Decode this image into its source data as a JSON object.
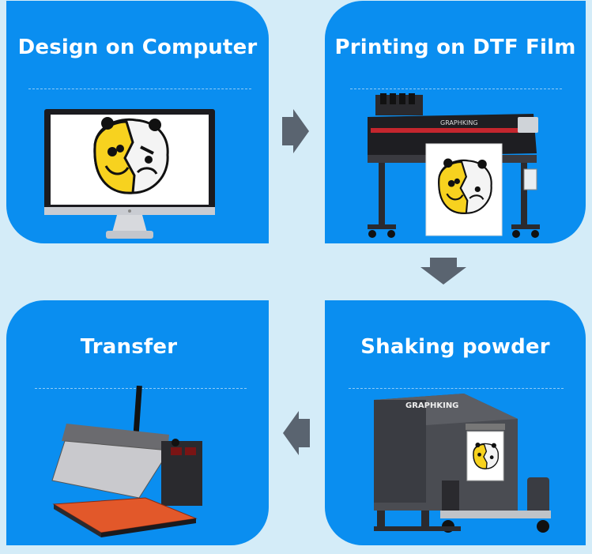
{
  "steps": [
    {
      "title": "Design on Computer",
      "device": "monitor"
    },
    {
      "title": "Printing on DTF Film",
      "device": "dtf-printer"
    },
    {
      "title": "Shaking powder",
      "device": "powder-shaker"
    },
    {
      "title": "Transfer",
      "device": "heat-press"
    }
  ],
  "brand": {
    "logo_text": "GRAPHKING"
  },
  "colors": {
    "background": "#d4ecf8",
    "card": "#0a8ef0",
    "arrow": "#5a6470",
    "press_plate": "#e2582a"
  }
}
